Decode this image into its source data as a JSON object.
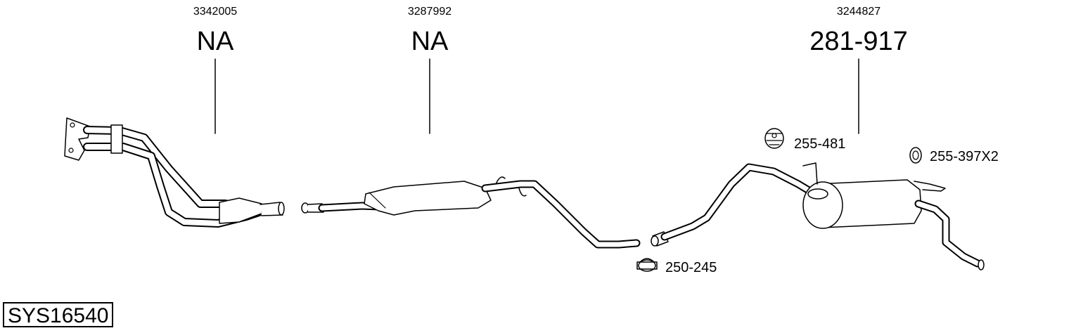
{
  "system": {
    "code": "SYS16540"
  },
  "parts": [
    {
      "oe_number": "3342005",
      "ref": "NA"
    },
    {
      "oe_number": "3287992",
      "ref": "NA"
    },
    {
      "oe_number": "3244827",
      "ref": "281-917"
    }
  ],
  "accessories": [
    {
      "ref": "255-481",
      "icon": "rubber-hanger-icon"
    },
    {
      "ref": "255-397X2",
      "icon": "rubber-ring-icon"
    },
    {
      "ref": "250-245",
      "icon": "clamp-icon"
    }
  ],
  "colors": {
    "line": "#000000",
    "background": "#ffffff"
  }
}
